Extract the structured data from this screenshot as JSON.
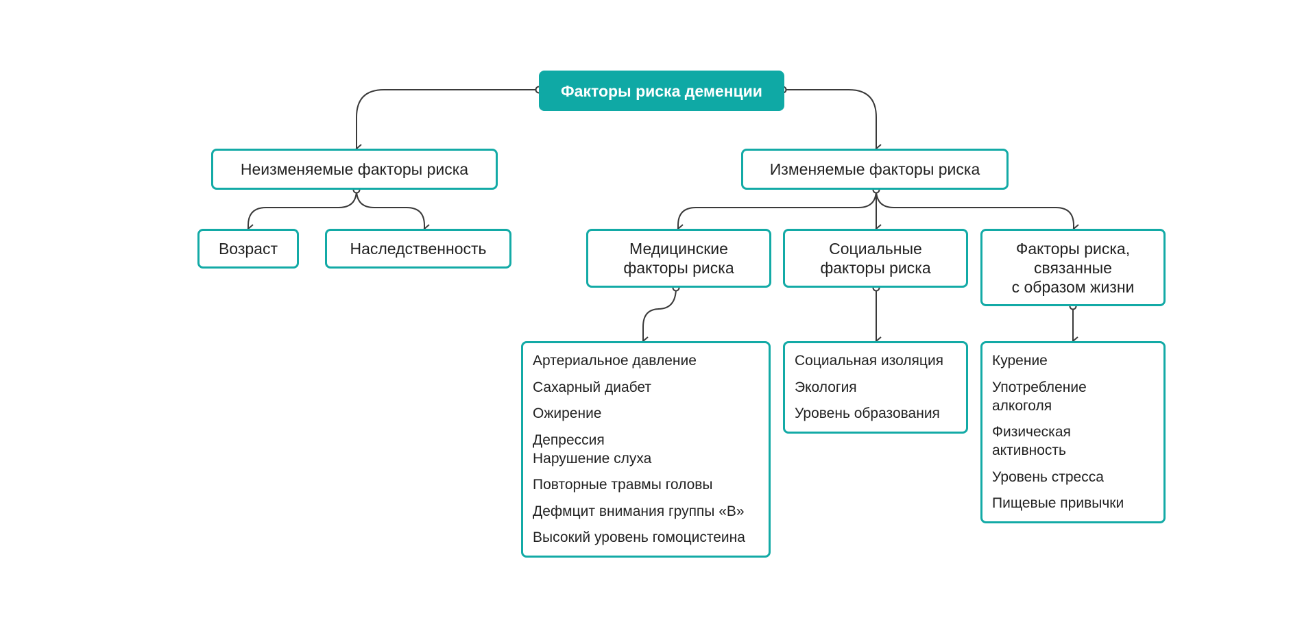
{
  "diagram": {
    "root": "Факторы риска деменции",
    "non_modifiable": {
      "title": "Неизменяемые факторы риска",
      "children": [
        "Возраст",
        "Наследственность"
      ]
    },
    "modifiable": {
      "title": "Изменяемые факторы риска",
      "medical": {
        "title": "Медицинские\nфакторы риска",
        "items": [
          "Артериальное давление",
          "Сахарный диабет",
          "Ожирение",
          "Депрессия\nНарушение слуха",
          "Повторные травмы головы",
          "Дефмцит внимания группы «В»",
          "Высокий уровень гомоцистеина"
        ]
      },
      "social": {
        "title": "Социальные\nфакторы риска",
        "items": [
          "Социальная изоляция",
          "Экология",
          "Уровень образования"
        ]
      },
      "lifestyle": {
        "title": "Факторы риска,\nсвязанные\nс образом жизни",
        "items": [
          "Курение",
          "Употребление\nалкоголя",
          "Физическая\nактивность",
          "Уровень стресса",
          "Пищевые привычки"
        ]
      }
    },
    "colors": {
      "accent": "#0fa9a5",
      "line": "#3a3a3a",
      "text": "#222222"
    }
  }
}
